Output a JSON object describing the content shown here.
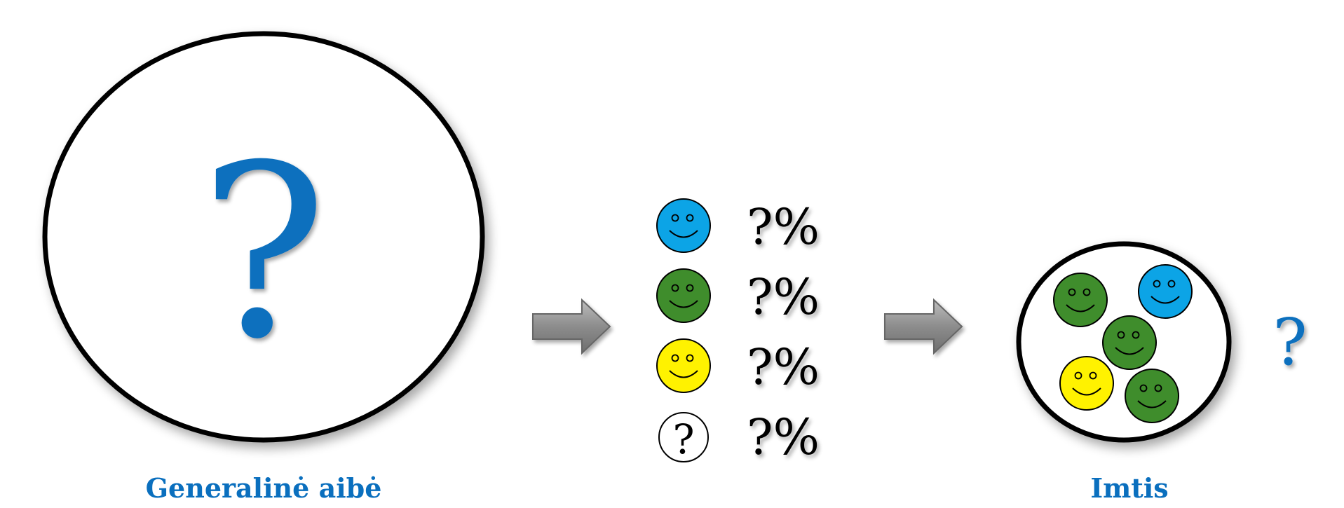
{
  "population": {
    "label": "Generalinė aibė",
    "question": "?"
  },
  "sample": {
    "label": "Imtis",
    "question": "?"
  },
  "legend": [
    {
      "face": "blue",
      "value": "?%"
    },
    {
      "face": "green",
      "value": "?%"
    },
    {
      "face": "yellow",
      "value": "?%"
    },
    {
      "face": "unknown",
      "symbol": "?",
      "value": "?%"
    }
  ],
  "colors": {
    "accent": "#0A6FBE",
    "blue": "#0CA4E6",
    "green": "#3F8D2C",
    "yellow": "#FFF200",
    "arrow": "#8C8C8C",
    "outline": "#000000"
  }
}
